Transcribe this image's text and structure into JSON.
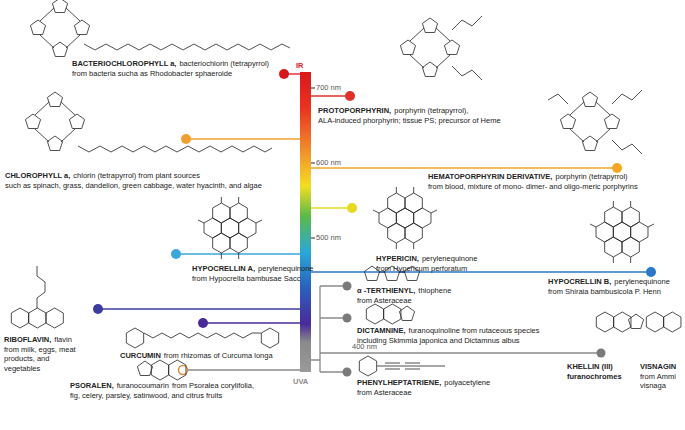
{
  "diagram": {
    "labels": [
      "IR",
      "700 nm",
      "600 nm",
      "500 nm",
      "400 nm",
      "UVA",
      "BACTERIOCHLOROPHYLL a,",
      "bacteriochlorin (tetrapyrrol)",
      "from bacteria sucha as Rhodobacter sphaeroide",
      "PROTOPORPHYRIN,",
      "porphyrin (tetrapyrrol),",
      "ALA-induced phorphyrin; tissue PS; precursor of Heme",
      "CHLOROPHYLL a,",
      "chlorin (tetrapyrrol) from plant sources",
      "such as spinach, grass, dandelion, green cabbage, water hyacinth, and algae",
      "HEMATOPORPHYRIN DERIVATIVE,",
      "porphyrin (tetrapyrrol)",
      "from blood, mixture of mono- dimer- and oligo-meric porphyrins",
      "HYPERICIN,",
      "perylenequinone",
      "from Hypericum perforatum",
      "HYPOCRELLIN A,",
      "perylenequinone",
      "from Hypocrella bambusae Sacc",
      "HYPOCRELLIN B,",
      "perylenequinone",
      "from Shiraia bambusicola P. Henn",
      "RIBOFLAVIN,",
      "flavin",
      "from milk, eggs, meat products, and vegetables",
      "CURCUMIN",
      "from rhizomas of Curcuma longa",
      "PSORALEN,",
      "furanocoumarin",
      "from Psoralea corylifolia,",
      "fig, celery, parsley, satinwood, and citrus fruits",
      "α -TERTHIENYL,",
      "thiophene",
      "from Asteraceae",
      "DICTAMNINE,",
      "furanoquinoline from rutaceous species",
      "including Skimmia japonica and Dictamnus albus",
      "PHENYLHEPTATRIENE,",
      "polyacetylene",
      "from Asteraceae",
      "KHELLIN (III)",
      "furanochromes",
      "VISNAGIN",
      "from Ammi visnaga"
    ]
  }
}
